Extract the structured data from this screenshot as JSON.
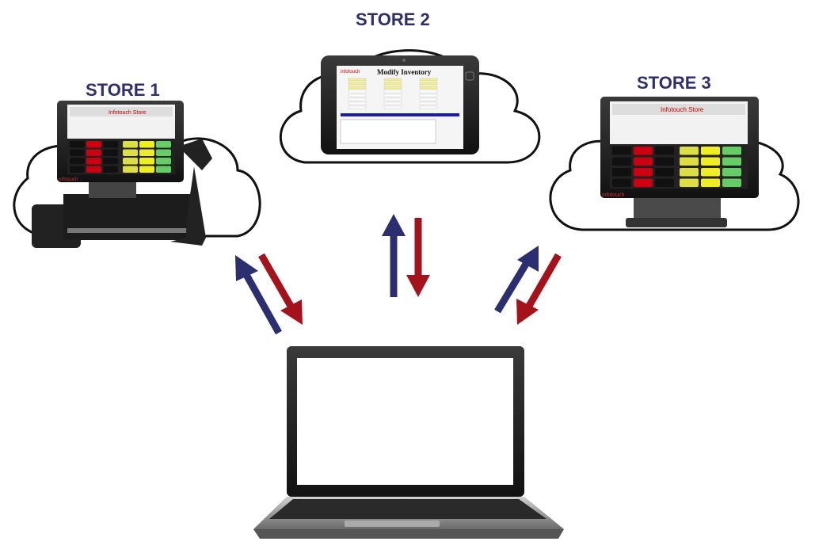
{
  "stores": [
    {
      "label": "STORE 1",
      "screen_title": "Infotouch Store",
      "logo": "infotouch"
    },
    {
      "label": "STORE 2",
      "screen_title": "Modify Inventory",
      "logo": "infotouch"
    },
    {
      "label": "STORE 3",
      "screen_title": "Infotouch Store",
      "logo": "infotouch"
    }
  ],
  "colors": {
    "title": "#2f2f6b",
    "arrow_up": "#2b2f70",
    "arrow_down": "#a4121c",
    "cloud_stroke": "#111111"
  },
  "icons": [
    "cloud-icon",
    "pos-terminal-icon",
    "tablet-icon",
    "laptop-icon",
    "sync-arrows-icon",
    "cash-drawer-icon",
    "receipt-printer-icon",
    "barcode-scanner-icon"
  ]
}
